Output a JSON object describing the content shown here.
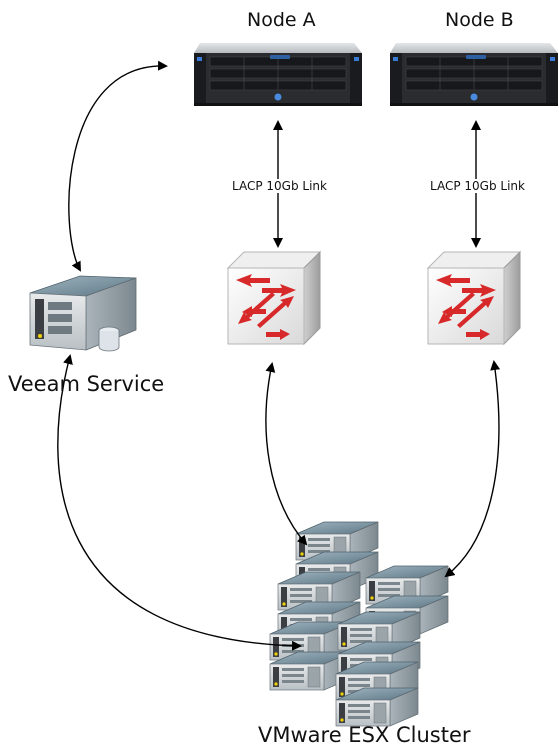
{
  "nodes": {
    "node_a": {
      "title": "Node A"
    },
    "node_b": {
      "title": "Node B"
    }
  },
  "links": {
    "link_a": "LACP 10Gb Link",
    "link_b": "LACP 10Gb Link"
  },
  "veeam": {
    "label": "Veeam Service"
  },
  "cluster": {
    "label": "VMware ESX Cluster"
  },
  "colors": {
    "connector": "#000000",
    "switch_arrow": "#d7282a",
    "rack_body": "#2b2d31",
    "server_top": "#7f97a6",
    "server_side": "#c4cdd2"
  }
}
